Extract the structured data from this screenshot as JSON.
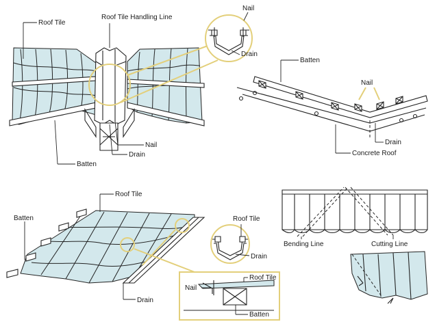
{
  "labels": {
    "roof_tile_top": "Roof Tile",
    "handling_line": "Roof Tile Handling Line",
    "nail_top": "Nail",
    "drain_zoom_top": "Drain",
    "nail_left": "Nail",
    "drain_left": "Drain",
    "batten_left": "Batten",
    "batten_right": "Batten",
    "nail_right": "Nail",
    "drain_right": "Drain",
    "concrete_roof": "Concrete Roof",
    "roof_tile_bottom": "Roof Tile",
    "batten_bottom": "Batten",
    "drain_bottom": "Drain",
    "roof_tile_zoom": "Roof Tile",
    "drain_zoom_bottom": "Drain",
    "nail_detail": "Nail",
    "roof_tile_detail": "Roof Tile",
    "batten_detail": "Batten",
    "bending_line": "Bending Line",
    "cutting_line": "Cutting Line"
  },
  "colors": {
    "tile_fill": "#d3e8ec",
    "highlight": "#e3cf7a",
    "outline": "#222222"
  }
}
